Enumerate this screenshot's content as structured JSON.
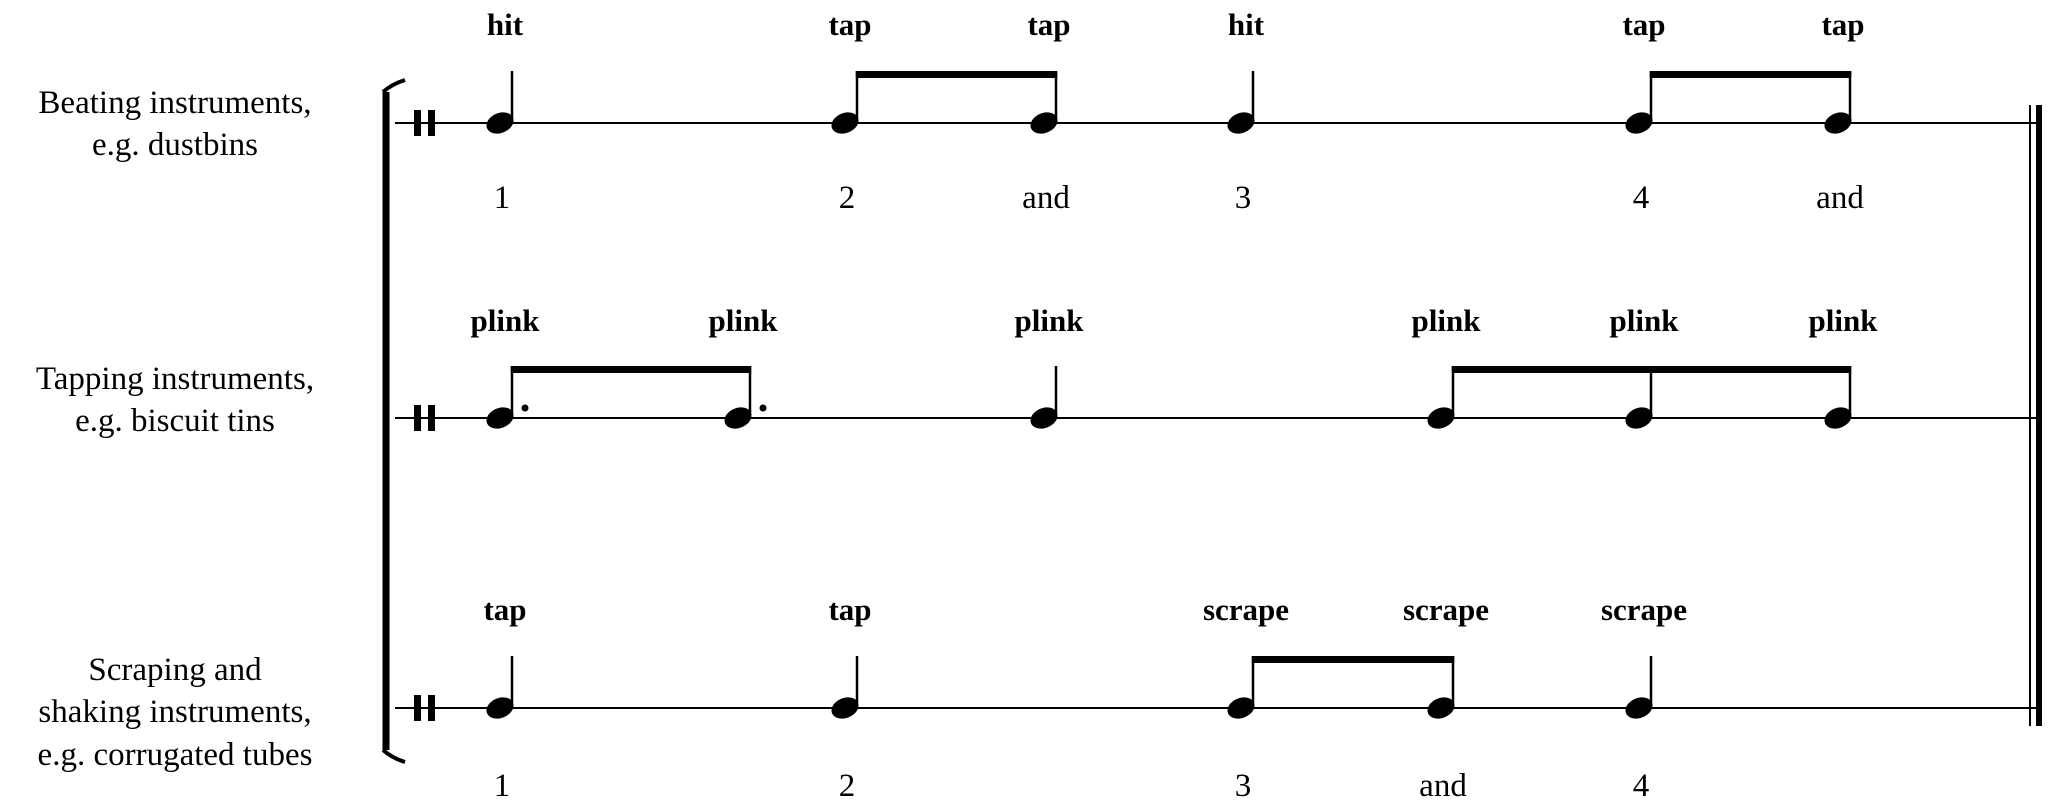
{
  "staves": [
    {
      "instrument_lines": [
        "Beating instruments,",
        "e.g. dustbins"
      ],
      "notes": [
        {
          "word": "hit",
          "count": "1",
          "type": "quarter"
        },
        {
          "word": "tap",
          "count": "2",
          "type": "eighth",
          "beam": 1
        },
        {
          "word": "tap",
          "count": "and",
          "type": "eighth",
          "beam": 1
        },
        {
          "word": "hit",
          "count": "3",
          "type": "quarter"
        },
        {
          "word": "tap",
          "count": "4",
          "type": "eighth",
          "beam": 2
        },
        {
          "word": "tap",
          "count": "and",
          "type": "eighth",
          "beam": 2
        }
      ]
    },
    {
      "instrument_lines": [
        "Tapping instruments,",
        "e.g. biscuit tins"
      ],
      "notes": [
        {
          "word": "plink",
          "count": "",
          "type": "dotted-eighth",
          "beam": 1
        },
        {
          "word": "plink",
          "count": "",
          "type": "dotted-eighth",
          "beam": 1
        },
        {
          "word": "plink",
          "count": "",
          "type": "quarter"
        },
        {
          "word": "plink",
          "count": "",
          "type": "eighth",
          "beam": 2
        },
        {
          "word": "plink",
          "count": "",
          "type": "eighth",
          "beam": 2
        },
        {
          "word": "plink",
          "count": "",
          "type": "eighth",
          "beam": 2
        }
      ]
    },
    {
      "instrument_lines": [
        "Scraping and",
        "shaking instruments,",
        "e.g. corrugated tubes"
      ],
      "notes": [
        {
          "word": "tap",
          "count": "1",
          "type": "quarter"
        },
        {
          "word": "tap",
          "count": "2",
          "type": "quarter"
        },
        {
          "word": "scrape",
          "count": "3",
          "type": "eighth",
          "beam": 1
        },
        {
          "word": "scrape",
          "count": "and",
          "type": "eighth",
          "beam": 1
        },
        {
          "word": "scrape",
          "count": "4",
          "type": "quarter"
        }
      ]
    }
  ]
}
